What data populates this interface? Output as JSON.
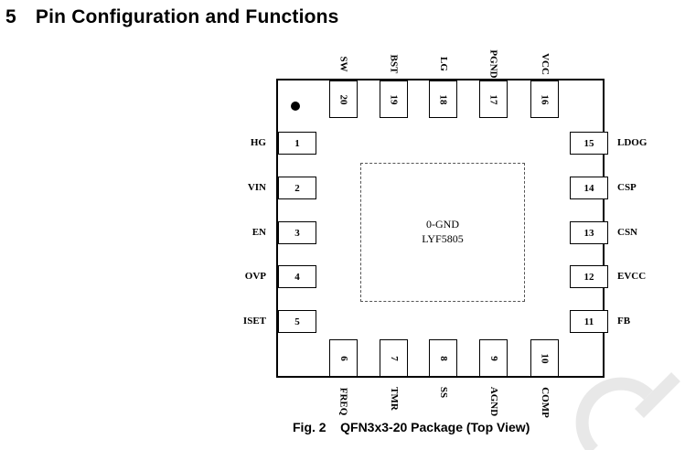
{
  "heading": {
    "number": "5",
    "text": "Pin Configuration and Functions"
  },
  "package": {
    "exposed_pad_label": "0-GND",
    "part_number": "LYF5805",
    "pins_left": [
      {
        "num": "1",
        "name": "HG"
      },
      {
        "num": "2",
        "name": "VIN"
      },
      {
        "num": "3",
        "name": "EN"
      },
      {
        "num": "4",
        "name": "OVP"
      },
      {
        "num": "5",
        "name": "ISET"
      }
    ],
    "pins_bottom": [
      {
        "num": "6",
        "name": "FREQ"
      },
      {
        "num": "7",
        "name": "TMR"
      },
      {
        "num": "8",
        "name": "SS"
      },
      {
        "num": "9",
        "name": "AGND"
      },
      {
        "num": "10",
        "name": "COMP"
      }
    ],
    "pins_right": [
      {
        "num": "11",
        "name": "FB"
      },
      {
        "num": "12",
        "name": "EVCC"
      },
      {
        "num": "13",
        "name": "CSN"
      },
      {
        "num": "14",
        "name": "CSP"
      },
      {
        "num": "15",
        "name": "LDOG"
      }
    ],
    "pins_top": [
      {
        "num": "16",
        "name": "VCC"
      },
      {
        "num": "17",
        "name": "PGND"
      },
      {
        "num": "18",
        "name": "LG"
      },
      {
        "num": "19",
        "name": "BST"
      },
      {
        "num": "20",
        "name": "SW"
      }
    ]
  },
  "caption": {
    "fig": "Fig. 2",
    "text": "QFN3x3-20 Package (Top View)"
  },
  "colors": {
    "line": "#000000",
    "dashed": "#555555",
    "watermark": "#e8e8e8"
  }
}
